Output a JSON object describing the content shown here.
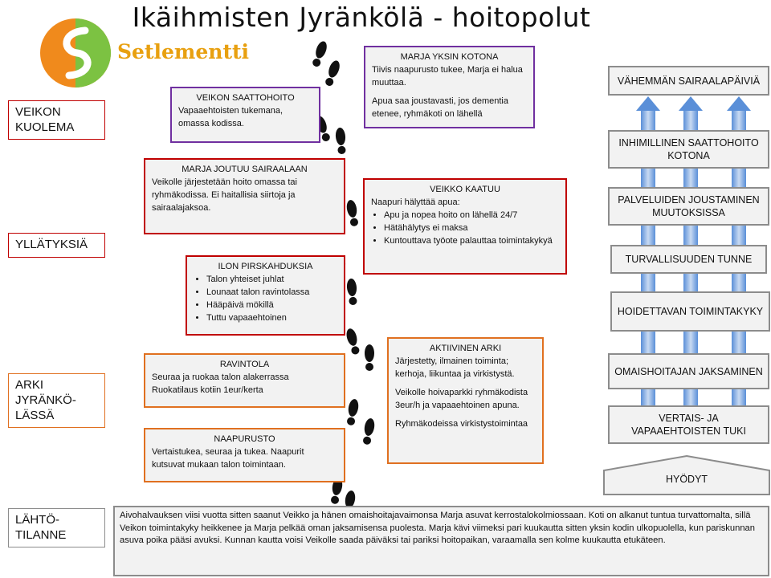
{
  "title": "Ikäihmisten Jyränkölä - hoitopolut",
  "logo": {
    "text": "Setlementti",
    "colors": [
      "#f08a1c",
      "#7cc242",
      "#e8a010"
    ]
  },
  "stages": {
    "death": [
      "VEIKON",
      "KUOLEMA"
    ],
    "surprises": [
      "YLLÄTYKSIÄ"
    ],
    "everyday": [
      "ARKI",
      "JYRÄNKÖ-",
      "LÄSSÄ"
    ],
    "start": [
      "LÄHTÖ-",
      "TILANNE"
    ]
  },
  "cards": {
    "marja_alone": {
      "title": "MARJA YKSIN KOTONA",
      "lines": [
        "Tiivis naapurusto tukee, Marja ei halua muuttaa.",
        "Apua saa joustavasti, jos dementia etenee,  ryhmäkoti on lähellä"
      ]
    },
    "veikko_terminal": {
      "title": "VEIKON SAATTOHOITO",
      "lines": [
        "Vapaaehtoisten tukemana, omassa kodissa."
      ]
    },
    "marja_hospital": {
      "title": "MARJA JOUTUU SAIRAALAAN",
      "lines": [
        "Veikolle järjestetään hoito omassa tai ryhmäkodissa. Ei haitallisia siirtoja ja sairaalajaksoa."
      ]
    },
    "veikko_falls": {
      "title": "VEIKKO KAATUU",
      "intro": "Naapuri hälyttää apua:",
      "bullets": [
        "Apu  ja nopea hoito on lähellä 24/7",
        "Hätähälytys ei maksa",
        "Kuntouttava työote palauttaa toimintakykyä"
      ]
    },
    "joy": {
      "title": "ILON PIRSKAHDUKSIA",
      "bullets": [
        "Talon yhteiset juhlat",
        "Lounaat talon ravintolassa",
        "Hääpäivä mökillä",
        "Tuttu vapaaehtoinen"
      ]
    },
    "restaurant": {
      "title": "RAVINTOLA",
      "lines": [
        "Seuraa ja ruokaa talon alakerrassa",
        "Ruokatilaus kotiin 1eur/kerta"
      ]
    },
    "active": {
      "title": "AKTIIVINEN ARKI",
      "lines": [
        "Järjestetty,  ilmainen toiminta; kerhoja, liikuntaa ja  virkistystä.",
        "Veikolle hoivaparkki ryhmäkodista 3eur/h ja vapaaehtoinen apuna.",
        "Ryhmäkodeissa virkistystoimintaa"
      ]
    },
    "neighbourhood": {
      "title": "NAAPURUSTO",
      "lines": [
        "Vertaistukea, seuraa ja tukea. Naapurit kutsuvat mukaan talon toimintaan."
      ]
    }
  },
  "benefits": [
    "VÄHEMMÄN SAIRAALAPÄIVIÄ",
    "INHIMILLINEN SAATTOHOITO KOTONA",
    "PALVELUIDEN JOUSTAMINEN MUUTOKSISSA",
    "TURVALLISUUDEN TUNNE",
    "HOIDETTAVAN TOIMINTAKYKY",
    "OMAISHOITAJAN JAKSAMINEN",
    "VERTAIS- JA VAPAAEHTOISTEN TUKI"
  ],
  "benefits_label": "HYÖDYT",
  "bottom_text": "Aivohalvauksen viisi vuotta sitten saanut Veikko ja hänen omaishoitajavaimonsa Marja asuvat kerrostalokolmiossaan. Koti on alkanut tuntua turvattomalta, sillä Veikon toimintakyky heikkenee  ja Marja pelkää  oman jaksamisensa puolesta. Marja kävi viimeksi pari kuukautta sitten yksin kodin ulkopuolella, kun pariskunnan asuva poika pääsi avuksi.  Kunnan kautta voisi Veikolle saada päiväksi tai pariksi hoitopaikan, varaamalla sen kolme kuukautta etukäteen.",
  "colors": {
    "purple": "#7030a0",
    "red": "#c00000",
    "orange": "#e07020",
    "gray": "#8c8c8c",
    "arrow_blue": "#5a8fd8"
  }
}
